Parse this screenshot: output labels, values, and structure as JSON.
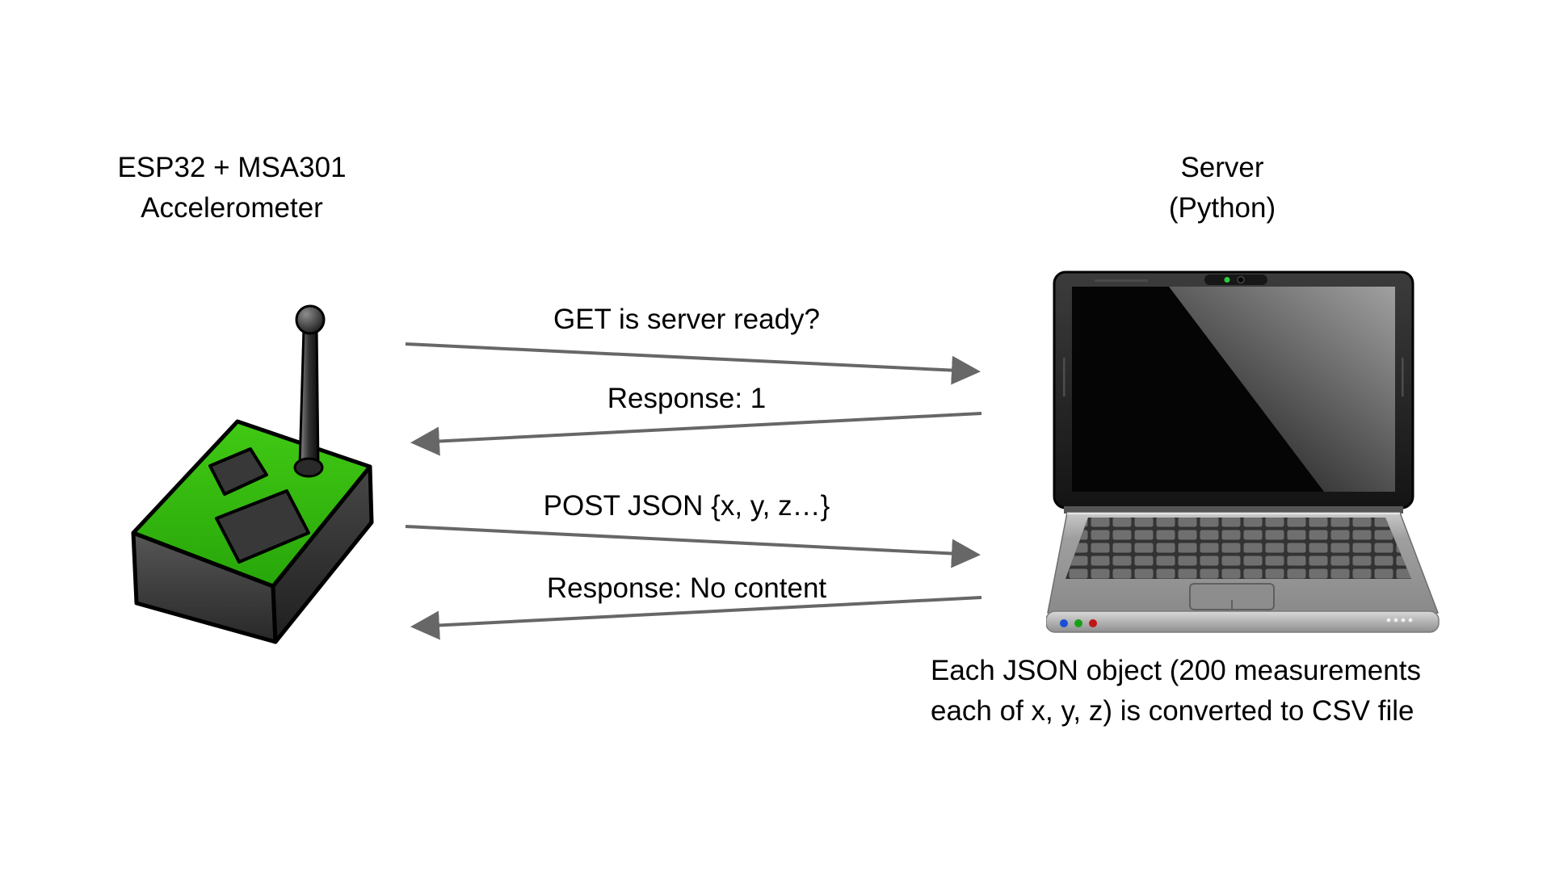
{
  "diagram": {
    "left_node": {
      "title_line1": "ESP32 + MSA301",
      "title_line2": "Accelerometer",
      "icon": "esp32-accelerometer-device-icon"
    },
    "right_node": {
      "title_line1": "Server",
      "title_line2": "(Python)",
      "icon": "laptop-icon"
    },
    "messages": [
      {
        "label": "GET is server ready?",
        "direction": "right"
      },
      {
        "label": "Response: 1",
        "direction": "left"
      },
      {
        "label": "POST JSON {x, y, z…}",
        "direction": "right"
      },
      {
        "label": "Response: No content",
        "direction": "left"
      }
    ],
    "note": {
      "line1": "Each JSON object (200 measurements",
      "line2": "each of x, y, z) is converted to CSV file"
    },
    "colors": {
      "arrow": "#676767",
      "text": "#000000",
      "device_green": "#32b70d",
      "device_dark": "#333333",
      "laptop_gray": "#9a9a9a",
      "background": "#ffffff"
    }
  }
}
